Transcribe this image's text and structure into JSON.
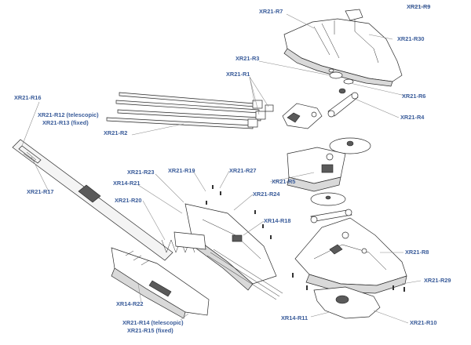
{
  "labels": [
    "XR21-R9",
    "XR21-R7",
    "XR21-R30",
    "XR21-R3",
    "XR21-R1",
    "XR21-R6",
    "XR21-R4",
    "XR21-R16",
    "XR21-R12 (telescopic)",
    "XR21-R13 (fixed)",
    "XR21-R2",
    "XR21-R17",
    "XR21-R23",
    "XR21-R19",
    "XR21-R27",
    "XR21-R5",
    "XR14-R21",
    "XR21-R24",
    "XR21-R20",
    "XR14-R18",
    "XR21-R8",
    "XR21-R29",
    "XR14-R22",
    "XR14-R11",
    "XR21-R14 (telescopic)",
    "XR21-R15 (fixed)",
    "XR21-R10"
  ]
}
